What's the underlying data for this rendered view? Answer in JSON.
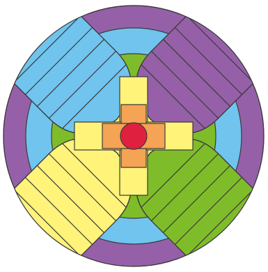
{
  "figure": {
    "colors": {
      "purple": "#9560A8",
      "blue": "#70C4EE",
      "green": "#7FBC2A",
      "yellow": "#FFF37A",
      "orange": "#F5A354",
      "red": "#E0203F",
      "outline": "#3a3a3a"
    },
    "ring_sequence_outer_to_inner": [
      "purple",
      "blue",
      "green",
      "yellow",
      "orange",
      "red"
    ],
    "petals": [
      {
        "name": "upper-left",
        "fill": "blue",
        "stripes": 6
      },
      {
        "name": "upper-right",
        "fill": "purple",
        "stripes": 6
      },
      {
        "name": "lower-left",
        "fill": "yellow",
        "stripes": 6
      },
      {
        "name": "lower-right",
        "fill": "green",
        "stripes": 6
      }
    ]
  }
}
